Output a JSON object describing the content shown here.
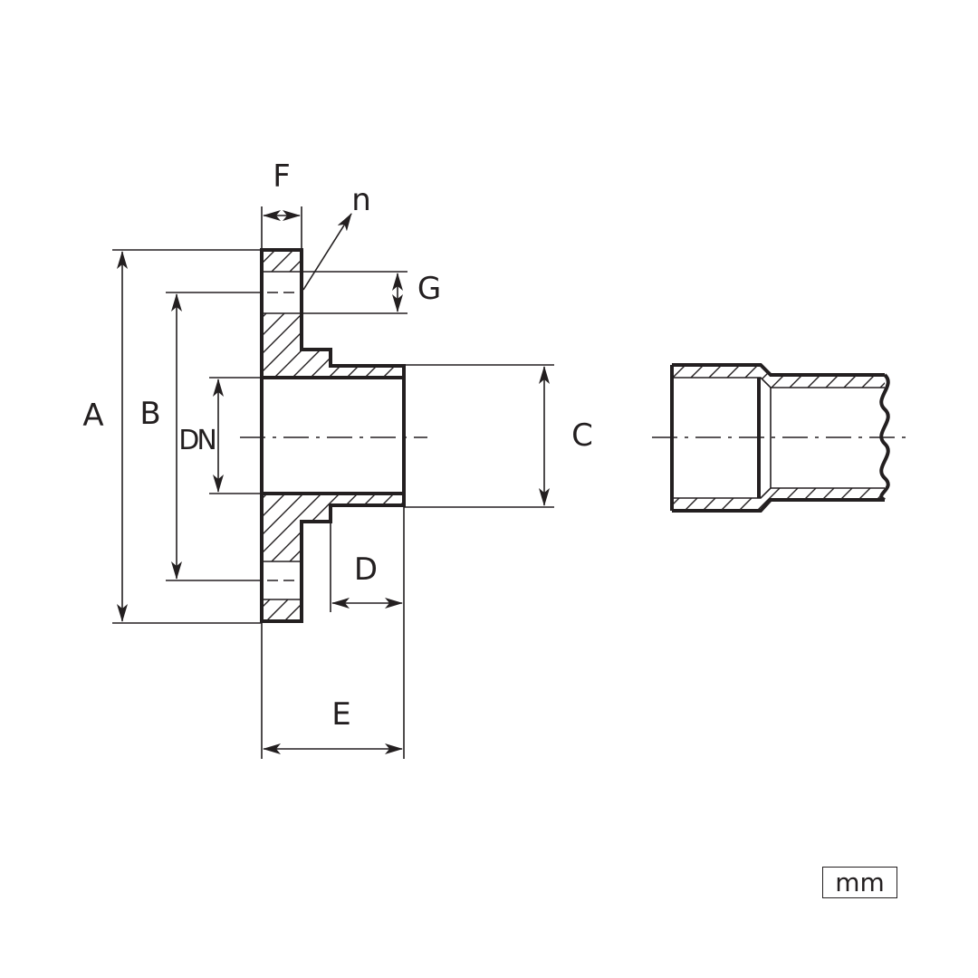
{
  "labels": {
    "A": "A",
    "B": "B",
    "DN": "DN",
    "C": "C",
    "D": "D",
    "E": "E",
    "F": "F",
    "G": "G",
    "n": "n"
  },
  "unit": "mm",
  "colors": {
    "ink": "#231f20",
    "background": "#ffffff"
  }
}
